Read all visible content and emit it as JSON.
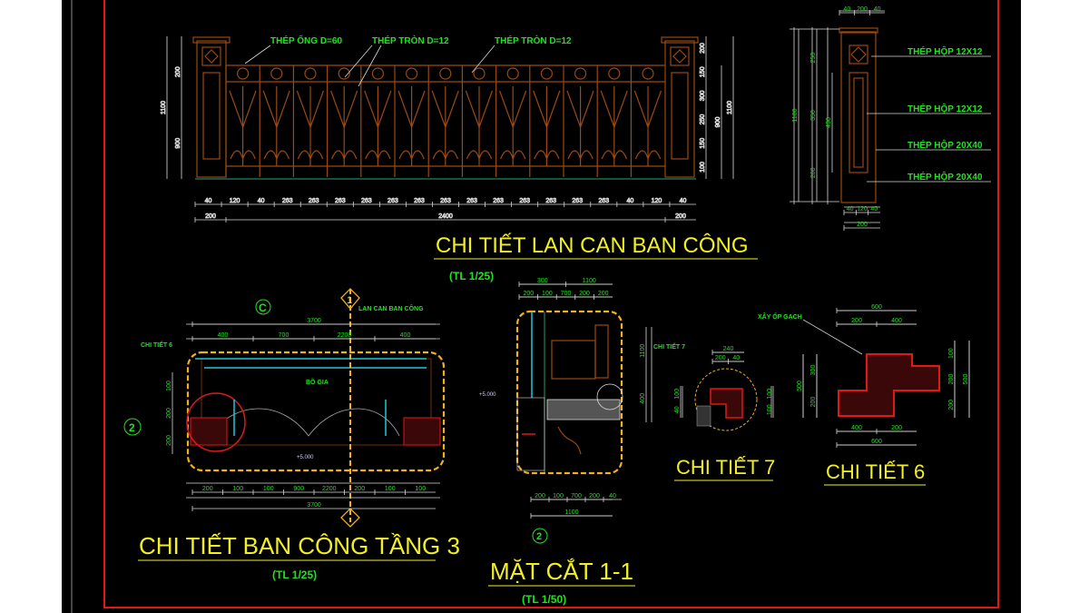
{
  "colors": {
    "background": "#000000",
    "frame": "#e01818",
    "title": "#f2f022",
    "annotation": "#22e022",
    "railing": "#9a4a12",
    "section_outline": "#f0b020"
  },
  "fence": {
    "title": "CHI TIẾT LAN CAN BAN CÔNG",
    "scale": "(TL 1/25)",
    "labels": [
      "THÉP ỐNG D=60",
      "THÉP TRÒN D=12",
      "THÉP TRÒN D=12"
    ],
    "dims_bottom": [
      "40",
      "120",
      "40",
      "263",
      "263",
      "263",
      "263",
      "263",
      "263",
      "263",
      "263",
      "263",
      "263",
      "263",
      "263",
      "263",
      "40",
      "120",
      "40"
    ],
    "dims_total": [
      "200",
      "2400",
      "200"
    ],
    "dims_left": [
      "1100",
      "200",
      "900"
    ],
    "dims_right": [
      "200",
      "150",
      "300",
      "250",
      "150",
      "100",
      "1100",
      "900"
    ]
  },
  "column": {
    "labels": [
      "THÉP HỘP 12X12",
      "THÉP HỘP 12X12",
      "THÉP HỘP 20X40",
      "THÉP HỘP 20X40"
    ],
    "dims_top": [
      "40",
      "200",
      "40"
    ],
    "dims_bottom": [
      "40",
      "120",
      "40",
      "200"
    ],
    "dims_left": [
      "1100",
      "250",
      "350",
      "200",
      "430"
    ]
  },
  "plan": {
    "title": "CHI TIẾT BAN CÔNG TẦNG 3",
    "scale": "(TL 1/25)",
    "label_railing": "LAN CAN BAN CÔNG",
    "label_detail": "CHI TIẾT 6",
    "label_planter": "BỒ GIA",
    "level": "+5.000",
    "axis_c": "C",
    "axis_2": "2",
    "axis_1": "1",
    "dims_top": [
      "3700",
      "400",
      "700",
      "2200",
      "400"
    ],
    "dims_bottom": [
      "200",
      "100",
      "100",
      "900",
      "2200",
      "200",
      "100",
      "100",
      "3700"
    ],
    "dims_left": [
      "100",
      "200",
      "200"
    ]
  },
  "section": {
    "title": "MẶT CẮT 1-1",
    "scale": "(TL 1/50)",
    "label_detail": "CHI TIẾT 7",
    "level": "+5.000",
    "axis_2": "2",
    "dims_top": [
      "300",
      "1100",
      "200",
      "100",
      "700",
      "200",
      "200"
    ],
    "dims_bottom": [
      "200",
      "100",
      "700",
      "200",
      "40",
      "1100"
    ],
    "dims_right": [
      "1100",
      "400"
    ]
  },
  "detail7": {
    "title": "CHI TIẾT 7",
    "dims_top": [
      "240",
      "200",
      "40"
    ],
    "dims_side": [
      "100",
      "40",
      "100",
      "100"
    ]
  },
  "detail6": {
    "title": "CHI TIẾT 6",
    "label": "XÂY ỐP GẠCH",
    "dims_top": [
      "600",
      "200",
      "400"
    ],
    "dims_bottom": [
      "400",
      "200",
      "600"
    ],
    "dims_left": [
      "500",
      "300",
      "200"
    ],
    "dims_right": [
      "100",
      "200",
      "200",
      "500"
    ]
  }
}
